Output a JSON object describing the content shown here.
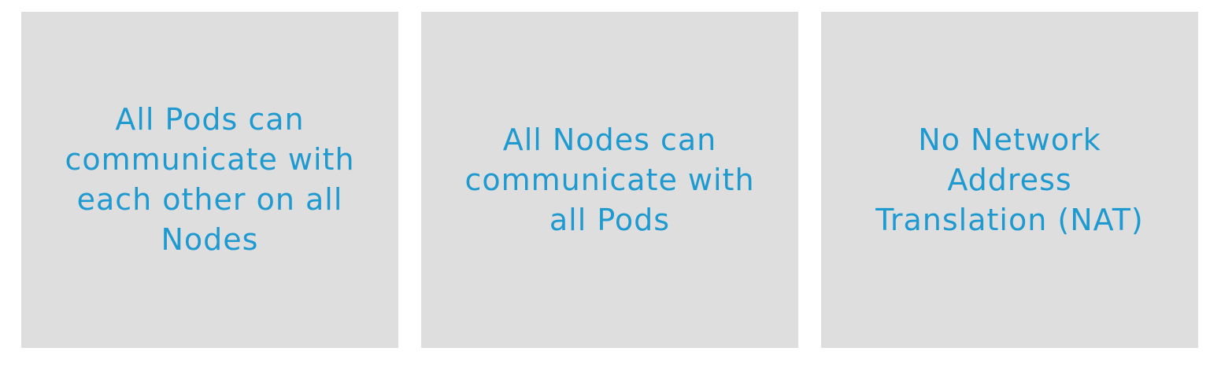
{
  "colors": {
    "card_background": "#dedede",
    "text": "#1e9ad0",
    "page_background": "#ffffff"
  },
  "cards": [
    {
      "lines": [
        "All Pods can",
        "communicate with",
        "each other on all",
        "Nodes"
      ]
    },
    {
      "lines": [
        "All Nodes can",
        "communicate with",
        "all Pods"
      ]
    },
    {
      "lines": [
        "No Network",
        "Address",
        "Translation (NAT)"
      ]
    }
  ]
}
